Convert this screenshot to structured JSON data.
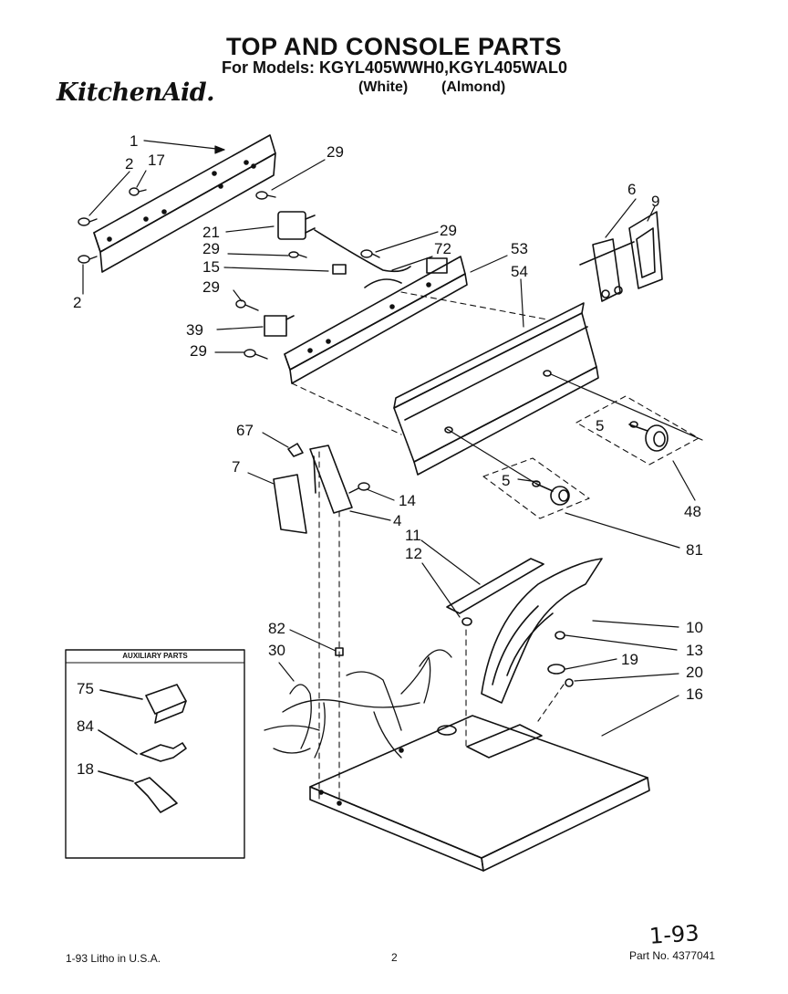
{
  "header": {
    "title": "TOP AND CONSOLE PARTS",
    "models": "For Models: KGYL405WWH0,KGYL405WAL0",
    "color_white": "(White)",
    "color_almond": "(Almond)",
    "brand": "KitchenAid."
  },
  "callouts": {
    "c1": "1",
    "c2a": "2",
    "c17": "17",
    "c2b": "2",
    "c29a": "29",
    "c21": "21",
    "c29b": "29",
    "c29c": "29",
    "c72": "72",
    "c15": "15",
    "c29d": "29",
    "c53": "53",
    "c54": "54",
    "c6": "6",
    "c9": "9",
    "c39": "39",
    "c29e": "29",
    "c67": "67",
    "c5a": "5",
    "c48": "48",
    "c7": "7",
    "c14": "14",
    "c4": "4",
    "c5b": "5",
    "c81": "81",
    "c11": "11",
    "c12": "12",
    "c10": "10",
    "c82": "82",
    "c30": "30",
    "c13": "13",
    "c19": "19",
    "c20": "20",
    "c16": "16",
    "c75": "75",
    "c84": "84",
    "c18": "18"
  },
  "auxiliary": {
    "title": "AUXILIARY PARTS"
  },
  "footer": {
    "left": "1-93  Litho in U.S.A.",
    "page": "2",
    "part_no": "Part No. 4377041",
    "handwritten": "1-93"
  }
}
